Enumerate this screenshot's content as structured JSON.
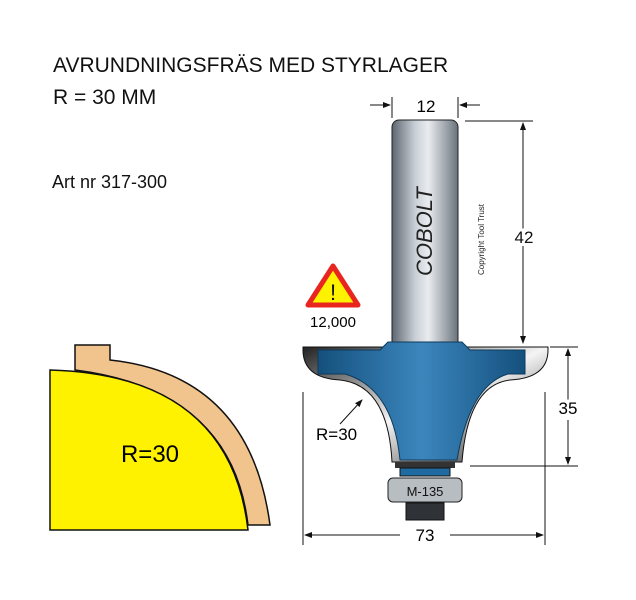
{
  "title": "AVRUNDNINGSFRÄS MED STYRLAGER",
  "subtitle": "R = 30 MM",
  "article": "Art nr 317-300",
  "profile_label": "R=30",
  "radius_label": "R=30",
  "shank_brand": "COBOLT",
  "copyright": "Copyright Tool Trust",
  "bearing_label": "M-135",
  "max_rpm": "12,000",
  "warning_symbol": "!",
  "dimensions": {
    "shank_diameter": "12",
    "shank_length": "42",
    "cutting_height": "35",
    "cutting_diameter": "73"
  },
  "colors": {
    "wood": "#fff200",
    "edge": "#f2c48d",
    "cutter": "#1f6aa0",
    "warning_red": "#e8251f"
  }
}
